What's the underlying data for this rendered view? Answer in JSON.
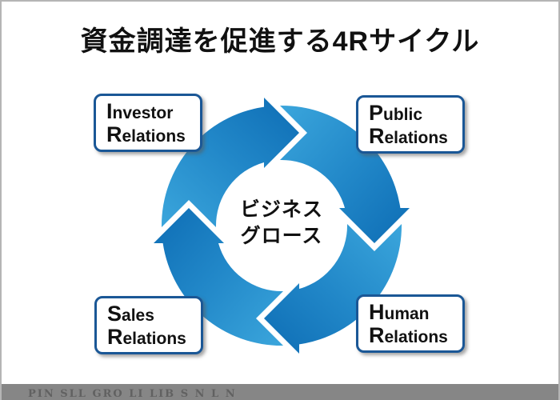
{
  "title": "資金調達を促進する4Rサイクル",
  "center": {
    "line1": "ビジネス",
    "line2": "グロース"
  },
  "boxes": {
    "investor": {
      "line1_initial": "I",
      "line1_rest": "nvestor",
      "line2_initial": "R",
      "line2_rest": "elations"
    },
    "public": {
      "line1_initial": "P",
      "line1_rest": "ublic",
      "line2_initial": "R",
      "line2_rest": "elations"
    },
    "sales": {
      "line1_initial": "S",
      "line1_rest": "ales",
      "line2_initial": "R",
      "line2_rest": "elations"
    },
    "human": {
      "line1_initial": "H",
      "line1_rest": "uman",
      "line2_initial": "R",
      "line2_rest": "elations"
    }
  },
  "colors": {
    "ring_light": "#3BA6DC",
    "ring_mid": "#2187C8",
    "ring_dark": "#0F6FB6",
    "box_border": "#1A5796",
    "footer_bar": "#868686",
    "page_border": "#B5B5B5",
    "text": "#111111"
  },
  "footer": {
    "watermark_text": "PIN SLL GRO LI LIB S N L N"
  }
}
